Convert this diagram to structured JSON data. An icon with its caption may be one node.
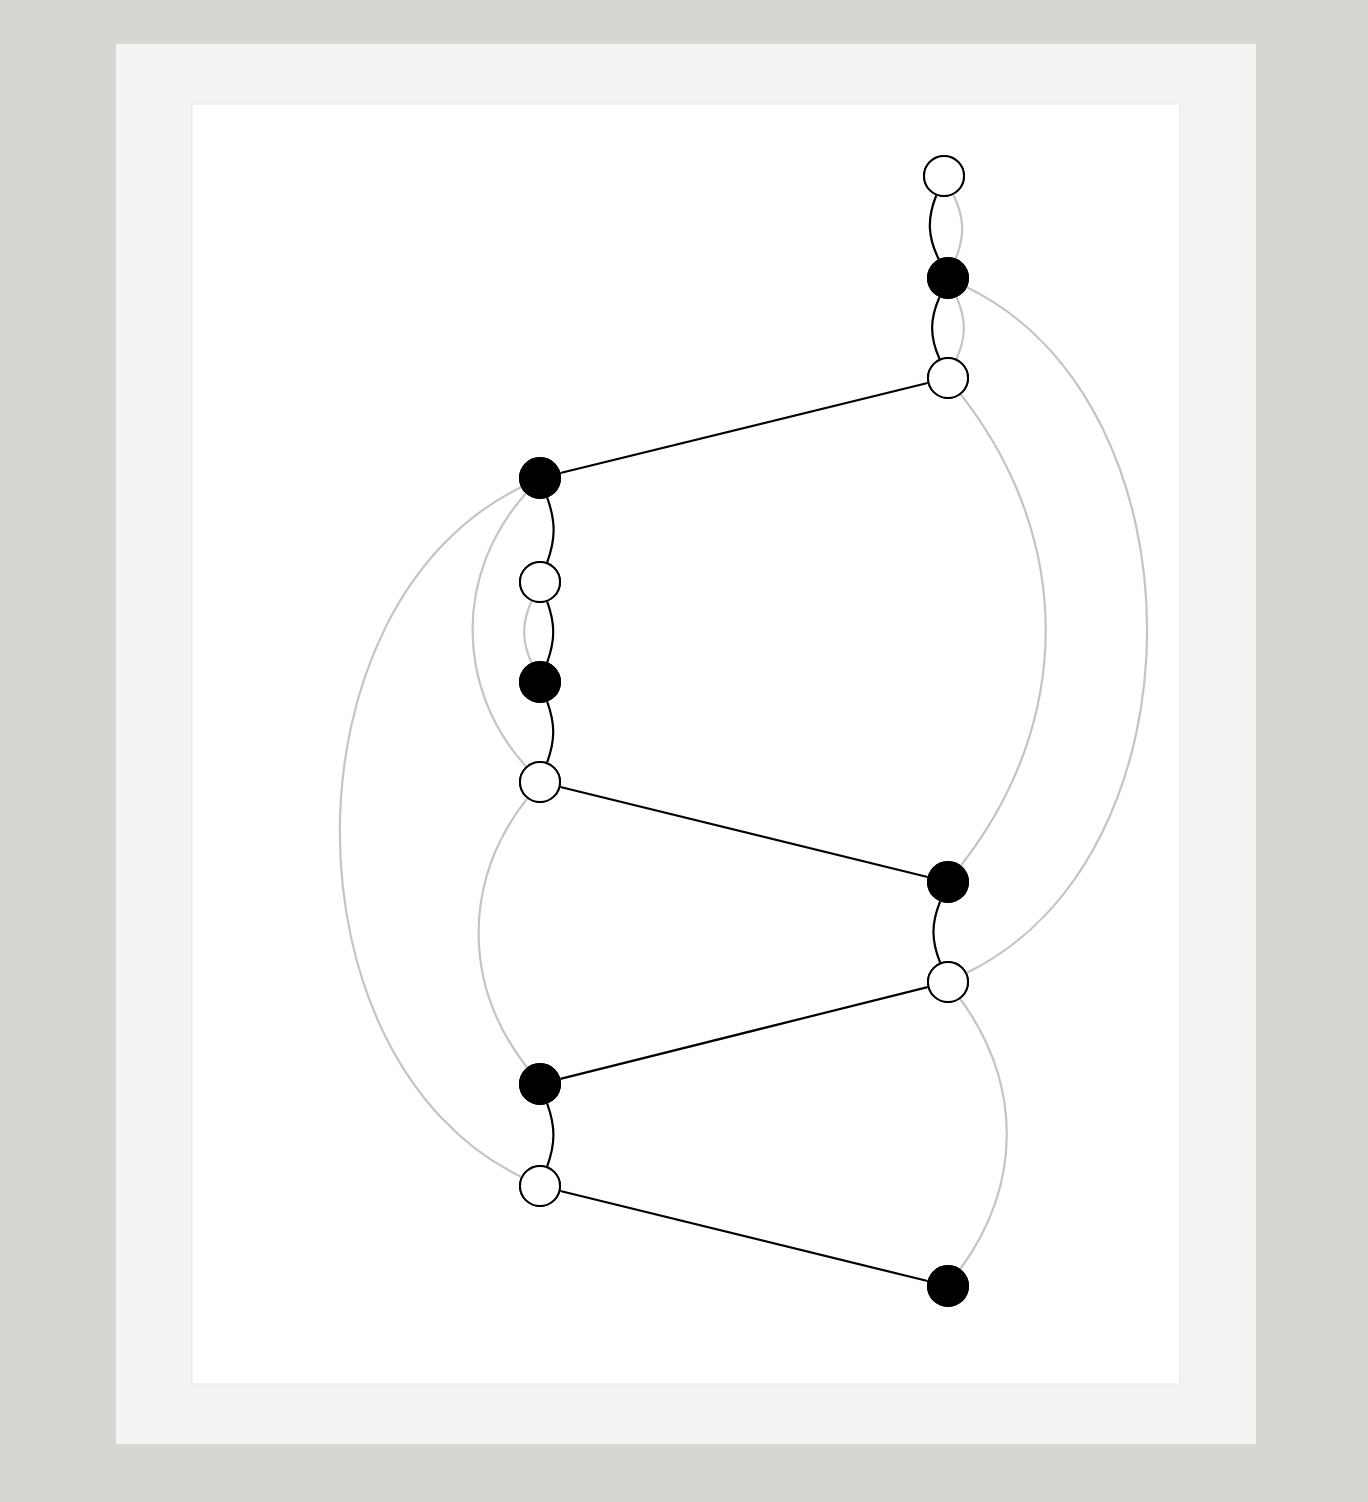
{
  "diagram": {
    "nodes": [
      {
        "text": [],
        "shape": "circle"
      },
      {
        "text": [],
        "shape": "circle"
      },
      {
        "text": [],
        "shape": "circle"
      },
      {
        "text": [],
        "shape": "circle"
      },
      {
        "text": [],
        "shape": "circle"
      },
      {
        "text": [],
        "shape": "circle"
      },
      {
        "text": [],
        "shape": "circle"
      },
      {
        "text": [],
        "shape": "circle"
      },
      {
        "text": [],
        "shape": "circle"
      },
      {
        "text": [],
        "shape": "circle"
      },
      {
        "text": [],
        "shape": "circle"
      },
      {
        "text": [],
        "shape": "circle"
      }
    ],
    "edges": [
      {
        "from": 0,
        "to": 1,
        "arrow": "none"
      },
      {
        "from": 1,
        "to": 2,
        "arrow": "none"
      },
      {
        "from": 2,
        "to": 3,
        "arrow": "none"
      },
      {
        "from": 3,
        "to": 4,
        "arrow": "none"
      },
      {
        "from": 4,
        "to": 5,
        "arrow": "none"
      },
      {
        "from": 5,
        "to": 6,
        "arrow": "none"
      },
      {
        "from": 6,
        "to": 7,
        "arrow": "none"
      },
      {
        "from": 7,
        "to": 8,
        "arrow": "none"
      },
      {
        "from": 8,
        "to": 9,
        "arrow": "none"
      },
      {
        "from": 9,
        "to": 10,
        "arrow": "none"
      },
      {
        "from": 10,
        "to": 11,
        "arrow": "none"
      },
      {
        "from": 0,
        "to": 1,
        "arrow": "none",
        "color": "#c4c4c4"
      },
      {
        "from": 1,
        "to": 2,
        "arrow": "none",
        "color": "#c4c4c4"
      },
      {
        "from": 1,
        "to": 8,
        "arrow": "none",
        "color": "#c4c4c4"
      },
      {
        "from": 2,
        "to": 7,
        "arrow": "none",
        "color": "#c4c4c4"
      },
      {
        "from": 3,
        "to": 6,
        "arrow": "none",
        "color": "#c4c4c4"
      },
      {
        "from": 3,
        "to": 10,
        "arrow": "none",
        "color": "#c4c4c4"
      },
      {
        "from": 4,
        "to": 5,
        "arrow": "none",
        "color": "#c4c4c4"
      },
      {
        "from": 6,
        "to": 9,
        "arrow": "none",
        "color": "#c4c4c4"
      },
      {
        "from": 8,
        "to": 11,
        "arrow": "none",
        "color": "#c4c4c4"
      }
    ]
  }
}
